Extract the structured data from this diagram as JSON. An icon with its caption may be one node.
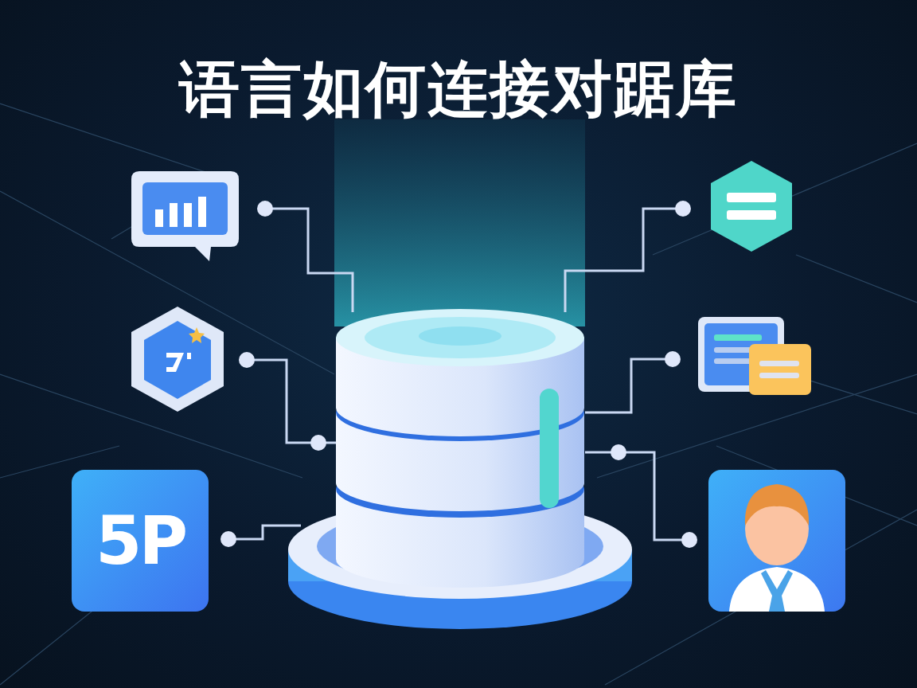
{
  "diagram": {
    "title": "语言如何连接对踞库",
    "nodes": [
      {
        "text": [],
        "shape": "picture"
      },
      {
        "text": [],
        "shape": "picture"
      },
      {
        "text": [
          "5P"
        ]
      },
      {
        "text": [],
        "shape": "picture"
      },
      {
        "text": [],
        "shape": "picture"
      },
      {
        "text": [],
        "shape": "person"
      },
      {
        "text": [],
        "shape": "cylinder"
      }
    ],
    "edges": [
      {
        "from": 0,
        "to": 6,
        "arrow": "other"
      },
      {
        "from": 1,
        "to": 6,
        "arrow": "other"
      },
      {
        "from": 2,
        "to": 6,
        "arrow": "other"
      },
      {
        "from": 3,
        "to": 6,
        "arrow": "other"
      },
      {
        "from": 4,
        "to": 6,
        "arrow": "other"
      },
      {
        "from": 5,
        "to": 6,
        "arrow": "other"
      }
    ]
  }
}
